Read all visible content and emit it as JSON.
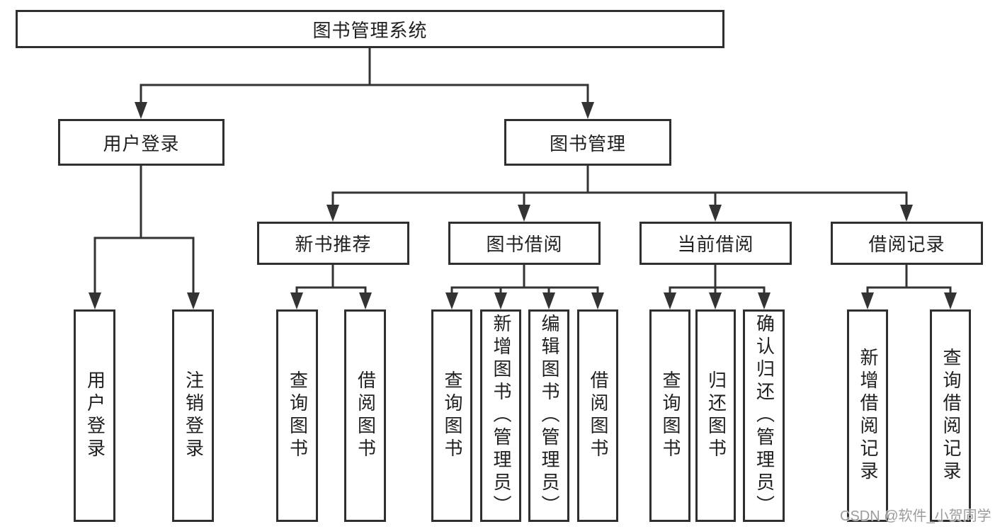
{
  "tree": {
    "root": {
      "label": "图书管理系统"
    },
    "branches": [
      {
        "label": "用户登录",
        "children": [
          {
            "label": "用户登录"
          },
          {
            "label": "注销登录"
          }
        ]
      },
      {
        "label": "图书管理",
        "children": [
          {
            "label": "新书推荐",
            "children": [
              {
                "label": "查询图书"
              },
              {
                "label": "借阅图书"
              }
            ]
          },
          {
            "label": "图书借阅",
            "children": [
              {
                "label": "查询图书"
              },
              {
                "label": "新增图书（管理员）"
              },
              {
                "label": "编辑图书（管理员）"
              },
              {
                "label": "借阅图书"
              }
            ]
          },
          {
            "label": "当前借阅",
            "children": [
              {
                "label": "查询图书"
              },
              {
                "label": "归还图书"
              },
              {
                "label": "确认归还（管理员）"
              }
            ]
          },
          {
            "label": "借阅记录",
            "children": [
              {
                "label": "新增借阅记录"
              },
              {
                "label": "查询借阅记录"
              }
            ]
          }
        ]
      }
    ]
  },
  "watermark": {
    "text": "CSDN @软件_小贺同学"
  },
  "colors": {
    "line": "#333333",
    "box_border": "#2f2f2f",
    "text": "#1f1f1f",
    "watermark": "#949494",
    "background": "#ffffff"
  }
}
